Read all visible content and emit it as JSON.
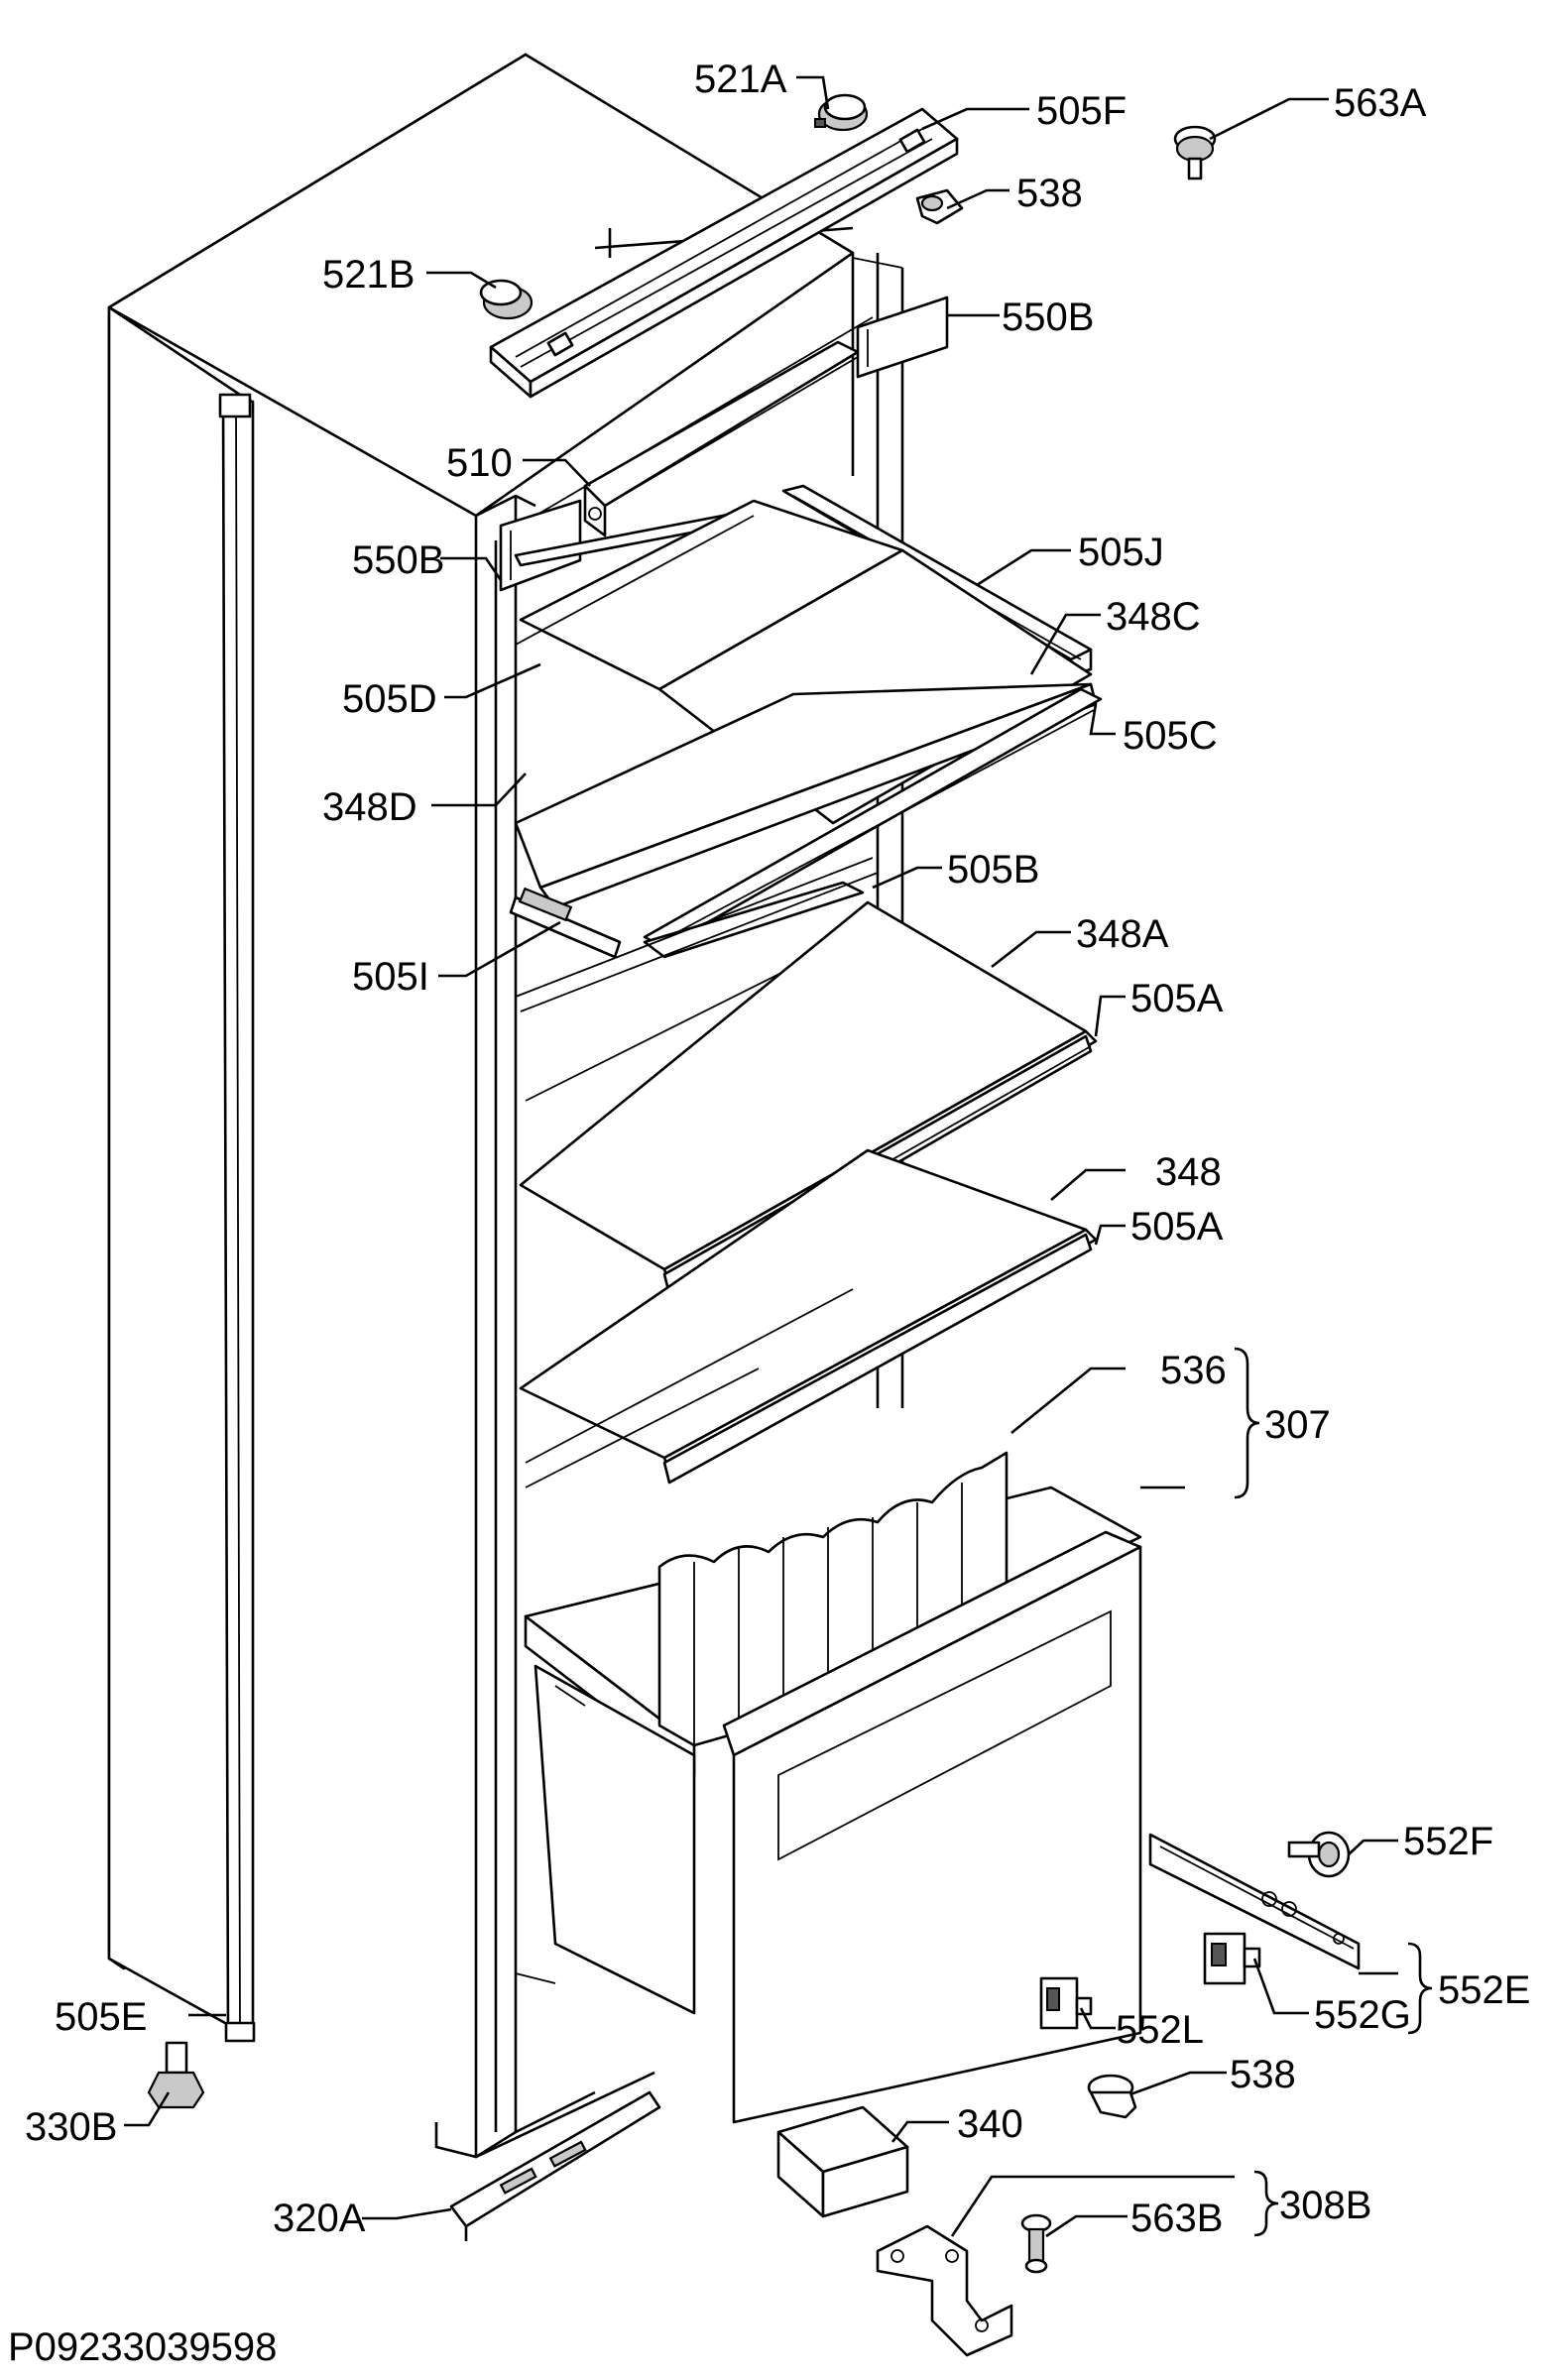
{
  "drawing_id": "P09233039598",
  "labels": {
    "l521A": "521A",
    "l505F": "505F",
    "l563A": "563A",
    "l538a": "538",
    "l521B": "521B",
    "l550Ba": "550B",
    "l510": "510",
    "l550Bb": "550B",
    "l505J": "505J",
    "l348C": "348C",
    "l505D": "505D",
    "l505C": "505C",
    "l348D": "348D",
    "l505B": "505B",
    "l505I": "505I",
    "l348A": "348A",
    "l505Aa": "505A",
    "l348": "348",
    "l505Ab": "505A",
    "l536": "536",
    "l307": "307",
    "l552F": "552F",
    "l552E": "552E",
    "l552G": "552G",
    "l552L": "552L",
    "l538b": "538",
    "l340": "340",
    "l505E": "505E",
    "l330B": "330B",
    "l308B": "308B",
    "l563B": "563B",
    "l320A": "320A"
  }
}
